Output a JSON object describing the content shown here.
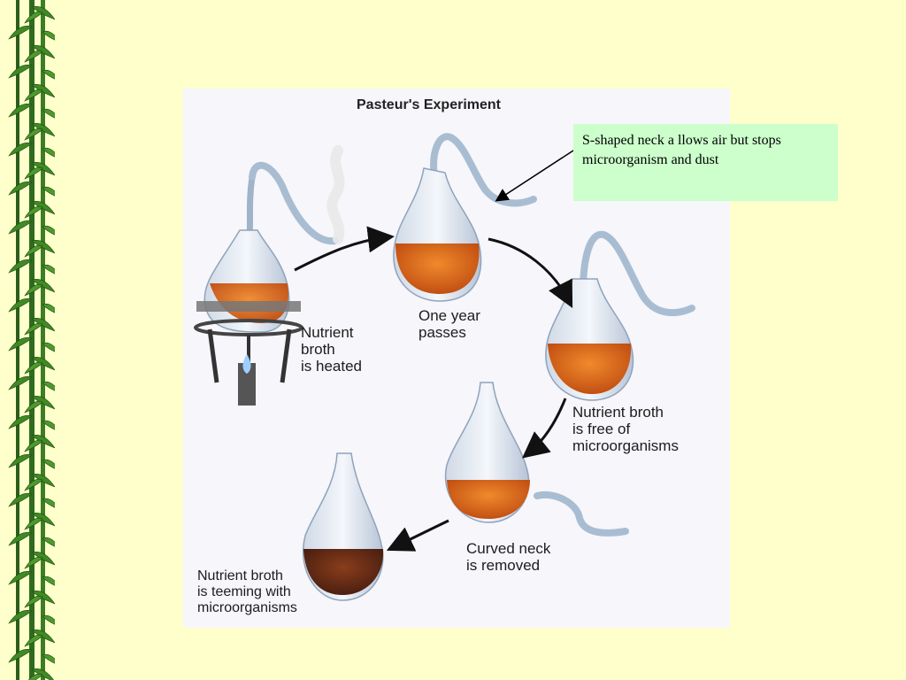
{
  "figure": {
    "title": "Pasteur's  Experiment",
    "labels": {
      "heated": "Nutrient\nbroth\nis heated",
      "one_year": "One year\npasses",
      "free": "Nutrient broth\nis free of\nmicroorganisms",
      "removed": "Curved neck\nis removed",
      "teeming": "Nutrient broth\nis teeming with\nmicroorganisms"
    }
  },
  "callout": {
    "text": "S-shaped neck a llows air but stops microorganism and dust"
  },
  "colors": {
    "slide_background": "#ffffcc",
    "callout_background": "#ccffcc",
    "broth": "#e0701f",
    "broth_dark": "#6b2e18"
  }
}
